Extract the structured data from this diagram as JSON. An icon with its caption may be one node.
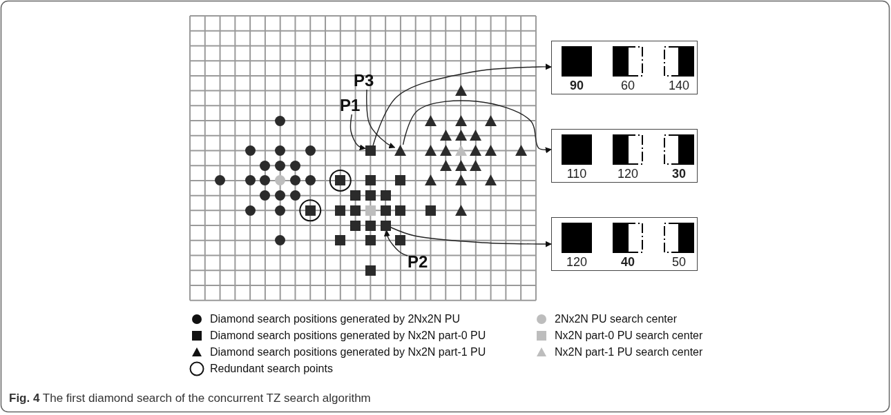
{
  "diagram": {
    "caption": "**Fig. 4** The first diamond search of the concurrent TZ search algorithm",
    "nodes": [
      {
        "text": [
          "P3"
        ]
      },
      {
        "text": [
          "P1"
        ]
      },
      {
        "text": [],
        "shape": "box"
      },
      {
        "text": [],
        "shape": "triangle"
      },
      {
        "text": [
          "**90**",
          "60",
          "140"
        ]
      },
      {
        "text": [
          "110",
          "120",
          "**30**"
        ]
      },
      {
        "text": [
          "120",
          "**40**",
          "50"
        ]
      },
      {
        "text": [],
        "shape": "box"
      },
      {
        "text": [
          "P2"
        ]
      },
      {
        "text": [],
        "shape": "circle"
      },
      {
        "text": [],
        "shape": "circle"
      },
      {
        "text": [],
        "shape": "circle"
      },
      {
        "text": [],
        "shape": "circle"
      },
      {
        "text": [],
        "shape": "circle"
      },
      {
        "text": [],
        "shape": "circle"
      },
      {
        "text": [],
        "shape": "circle"
      },
      {
        "text": [],
        "shape": "circle"
      },
      {
        "text": [],
        "shape": "circle"
      },
      {
        "text": [],
        "shape": "circle"
      },
      {
        "text": [],
        "shape": "circle"
      },
      {
        "text": [],
        "shape": "circle"
      },
      {
        "text": [],
        "shape": "circle"
      },
      {
        "text": [],
        "shape": "circle"
      },
      {
        "text": [],
        "shape": "circle"
      },
      {
        "text": [],
        "shape": "circle"
      },
      {
        "text": [],
        "shape": "circle"
      },
      {
        "text": [],
        "shape": "circle"
      },
      {
        "text": [],
        "shape": "circle"
      },
      {
        "text": [],
        "shape": "box"
      },
      {
        "text": [],
        "shape": "box"
      },
      {
        "text": [],
        "shape": "box"
      },
      {
        "text": [],
        "shape": "box"
      },
      {
        "text": [],
        "shape": "box"
      },
      {
        "text": [],
        "shape": "box"
      },
      {
        "text": [],
        "shape": "box"
      },
      {
        "text": [],
        "shape": "box"
      },
      {
        "text": [],
        "shape": "box"
      },
      {
        "text": [],
        "shape": "box"
      },
      {
        "text": [],
        "shape": "box"
      },
      {
        "text": [],
        "shape": "box"
      },
      {
        "text": [],
        "shape": "box"
      },
      {
        "text": [],
        "shape": "box"
      },
      {
        "text": [],
        "shape": "box"
      },
      {
        "text": [],
        "shape": "box"
      },
      {
        "text": [],
        "shape": "box"
      },
      {
        "text": [],
        "shape": "box"
      },
      {
        "text": [],
        "shape": "box"
      },
      {
        "text": [],
        "shape": "triangle"
      },
      {
        "text": [],
        "shape": "triangle"
      },
      {
        "text": [],
        "shape": "triangle"
      },
      {
        "text": [],
        "shape": "triangle"
      },
      {
        "text": [],
        "shape": "triangle"
      },
      {
        "text": [],
        "shape": "triangle"
      },
      {
        "text": [],
        "shape": "triangle"
      },
      {
        "text": [],
        "shape": "triangle"
      },
      {
        "text": [],
        "shape": "triangle"
      },
      {
        "text": [],
        "shape": "triangle"
      },
      {
        "text": [],
        "shape": "triangle"
      },
      {
        "text": [],
        "shape": "triangle"
      },
      {
        "text": [],
        "shape": "triangle"
      },
      {
        "text": [],
        "shape": "triangle"
      },
      {
        "text": [],
        "shape": "triangle"
      },
      {
        "text": [],
        "shape": "triangle"
      },
      {
        "text": [],
        "shape": "triangle"
      },
      {
        "text": [],
        "shape": "triangle"
      },
      {
        "text": [],
        "shape": "triangle"
      },
      {
        "text": [],
        "shape": "triangle"
      }
    ],
    "edges": [
      {
        "from": 1,
        "to": 2,
        "arrow": "to"
      },
      {
        "from": 0,
        "to": 3,
        "arrow": "to"
      },
      {
        "from": 8,
        "to": 7,
        "arrow": "to"
      },
      {
        "from": 2,
        "to": 4,
        "arrow": "to"
      },
      {
        "from": 3,
        "to": 5,
        "arrow": "to"
      },
      {
        "from": 7,
        "to": 6,
        "arrow": "to"
      }
    ],
    "legend": [
      {
        "text": "Diamond search positions generated by 2Nx2N PU"
      },
      {
        "text": "2Nx2N PU search center"
      },
      {
        "text": "Diamond search positions generated by Nx2N part-0 PU"
      },
      {
        "text": "Nx2N part-0 PU search center"
      },
      {
        "text": "Diamond search positions generated by Nx2N part-1 PU"
      },
      {
        "text": "Nx2N part-1 PU search center"
      },
      {
        "text": "Redundant search points"
      }
    ]
  }
}
